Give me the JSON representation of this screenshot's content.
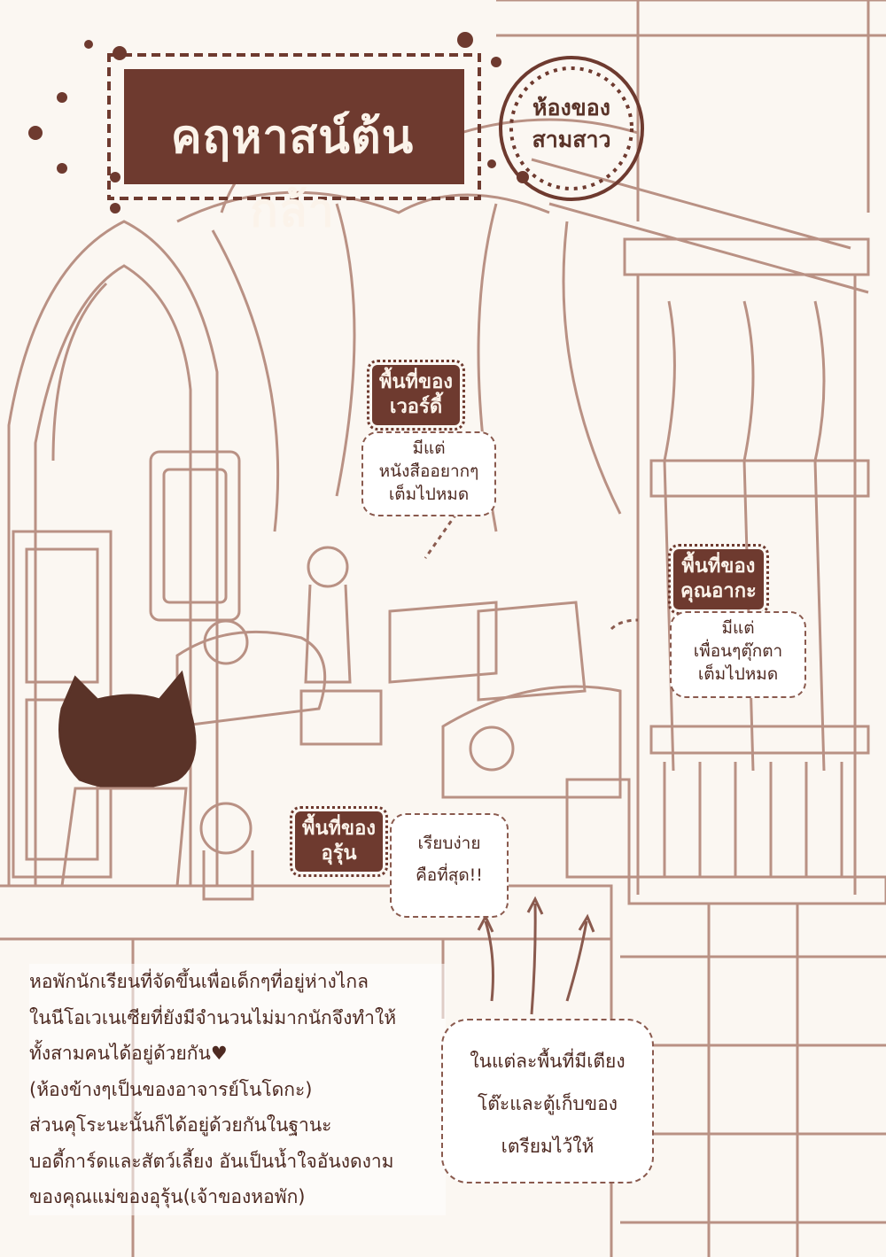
{
  "title": "คฤหาสน์ต้นกล้า",
  "wreath_label": [
    "ห้องของ",
    "สามสาว"
  ],
  "tags": [
    {
      "id": "wendy",
      "lines": [
        "พื้นที่ของ",
        "เวอร์ดี้"
      ]
    },
    {
      "id": "akane",
      "lines": [
        "พื้นที่ของ",
        "คุณอากะ"
      ]
    },
    {
      "id": "urun",
      "lines": [
        "พื้นที่ของ",
        "อุรุ้น"
      ]
    }
  ],
  "bubbles": {
    "books": [
      "มีแต่",
      "หนังสืออยากๆ",
      "เต็มไปหมด"
    ],
    "dolls": [
      "มีแต่",
      "เพื่อนๆตุ๊กตา",
      "เต็มไปหมด"
    ],
    "simple": [
      "เรียบง่าย",
      "คือที่สุด!!"
    ]
  },
  "paragraph": [
    "หอพักนักเรียนที่จัดขึ้นเพื่อเด็กๆที่อยู่ห่างไกล",
    "ในนีโอเวเนเซียที่ยังมีจำนวนไม่มากนักจึงทำให้",
    "ทั้งสามคนได้อยู่ด้วยกัน♥",
    "(ห้องข้างๆเป็นของอาจารย์โนโดกะ)",
    "ส่วนคุโระนะนั้นก็ได้อยู่ด้วยกันในฐานะ",
    "บอดี้การ์ดและสัตว์เลี้ยง อันเป็นน้ำใจอันงดงาม",
    "ของคุณแม่ของอุรุ้น(เจ้าของหอพัก)"
  ],
  "note": [
    "ในแต่ละพื้นที่มีเตียง",
    "โต๊ะและตู้เก็บของ",
    "เตรียมไว้ให้"
  ],
  "colors": {
    "ink": "#5a3328",
    "tag_fill": "#6e3a2f",
    "paper": "#fbf7f2"
  }
}
